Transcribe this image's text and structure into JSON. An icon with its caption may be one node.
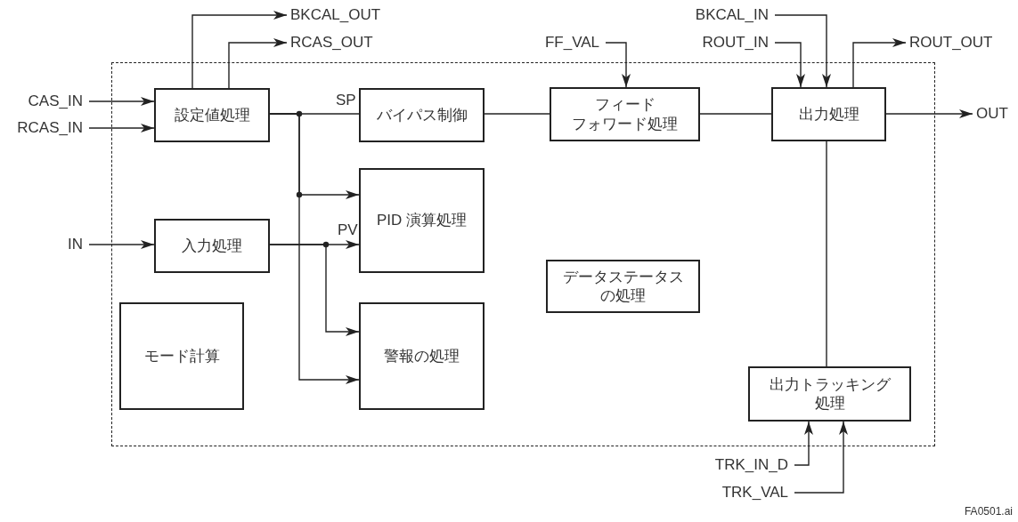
{
  "diagram": {
    "nodes": [
      {
        "text": [],
        "shape": "box"
      },
      {
        "text": [
          "設定値処理"
        ],
        "in": 0
      },
      {
        "text": [
          "バイパス制御"
        ],
        "in": 0
      },
      {
        "text": [
          "フィードフォワード処理"
        ],
        "in": 0
      },
      {
        "text": [
          "出力処理"
        ],
        "in": 0
      },
      {
        "text": [
          "入力処理"
        ],
        "in": 0
      },
      {
        "text": [
          "PID 演算処理"
        ],
        "in": 0
      },
      {
        "text": [
          "データステータスの処理"
        ],
        "in": 0
      },
      {
        "text": [
          "モード計算"
        ],
        "in": 0
      },
      {
        "text": [
          "警報の処理"
        ],
        "in": 0
      },
      {
        "text": [
          "出力トラッキング処理"
        ],
        "in": 0
      },
      {
        "text": [
          "BKCAL_OUT"
        ]
      },
      {
        "text": [
          "RCAS_OUT"
        ]
      },
      {
        "text": [
          "CAS_IN"
        ]
      },
      {
        "text": [
          "RCAS_IN"
        ]
      },
      {
        "text": [
          "IN"
        ]
      },
      {
        "text": [
          "FF_VAL"
        ]
      },
      {
        "text": [
          "BKCAL_IN"
        ]
      },
      {
        "text": [
          "ROUT_IN"
        ]
      },
      {
        "text": [
          "ROUT_OUT"
        ]
      },
      {
        "text": [
          "OUT"
        ]
      },
      {
        "text": [
          "TRK_IN_D"
        ]
      },
      {
        "text": [
          "TRK_VAL"
        ]
      }
    ],
    "edges": [
      {
        "from": 1,
        "to": 11,
        "arrow": "to"
      },
      {
        "from": 1,
        "to": 12,
        "arrow": "to"
      },
      {
        "from": 13,
        "to": 1,
        "arrow": "to"
      },
      {
        "from": 14,
        "to": 1,
        "arrow": "to"
      },
      {
        "from": 1,
        "to": 2,
        "arrow": "none",
        "label": "SP"
      },
      {
        "from": 1,
        "to": 6,
        "arrow": "to"
      },
      {
        "from": 1,
        "to": 9,
        "arrow": "to"
      },
      {
        "from": 2,
        "to": 3,
        "arrow": "none"
      },
      {
        "from": 3,
        "to": 4,
        "arrow": "none"
      },
      {
        "from": 16,
        "to": 3,
        "arrow": "to"
      },
      {
        "from": 18,
        "to": 4,
        "arrow": "to"
      },
      {
        "from": 17,
        "to": 4,
        "arrow": "to"
      },
      {
        "from": 4,
        "to": 19,
        "arrow": "to"
      },
      {
        "from": 4,
        "to": 20,
        "arrow": "to"
      },
      {
        "from": 4,
        "to": 10,
        "arrow": "none"
      },
      {
        "from": 15,
        "to": 5,
        "arrow": "to"
      },
      {
        "from": 5,
        "to": 6,
        "arrow": "to",
        "label": "PV"
      },
      {
        "from": 5,
        "to": 9,
        "arrow": "to"
      },
      {
        "from": 21,
        "to": 10,
        "arrow": "to"
      },
      {
        "from": 22,
        "to": 10,
        "arrow": "to"
      }
    ],
    "labels": [
      "FA0501.ai"
    ]
  }
}
